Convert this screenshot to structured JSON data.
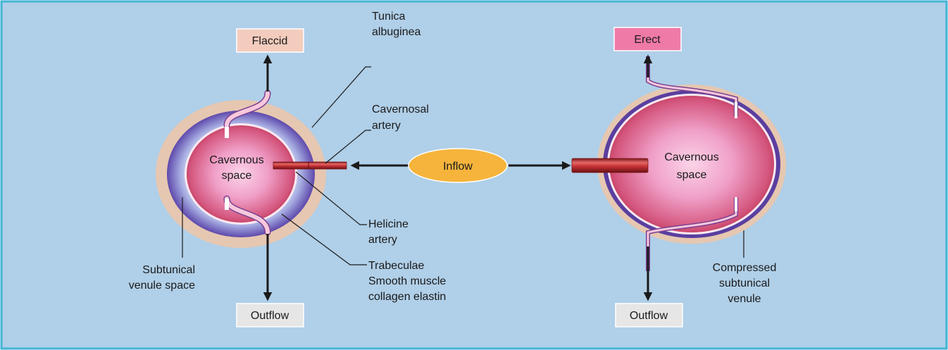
{
  "states": {
    "flaccid": {
      "label": "Flaccid",
      "space_line1": "Cavernous",
      "space_line2": "space",
      "outflow": "Outflow"
    },
    "erect": {
      "label": "Erect",
      "space_line1": "Cavernous",
      "space_line2": "space",
      "outflow": "Outflow"
    }
  },
  "inflow": "Inflow",
  "labels": {
    "tunica": [
      "Tunica",
      "albuginea"
    ],
    "cavernosal": [
      "Cavernosal",
      "artery"
    ],
    "helicine": [
      "Helicine",
      "artery"
    ],
    "trabeculae": [
      "Trabeculae",
      "Smooth muscle",
      "collagen elastin"
    ],
    "subtunical": [
      "Subtunical",
      "venule space"
    ],
    "compressed": [
      "Compressed",
      "subtunical",
      "venule"
    ]
  },
  "colors": {
    "background": "#b0cfe8",
    "frame": "#41b3d4",
    "flaccid_box": "#f3ccbd",
    "erect_box": "#ef7aa8",
    "outflow_box": "#e6e6e6",
    "tunica": "#e6c7b1",
    "venule_space": "#5a3fa0",
    "cavernous_inner": "#f4a8cd",
    "cavernous_outer": "#c83d66",
    "inflow": "#f6b43c",
    "artery": "#c4363a"
  },
  "icons": {
    "up-arrow": "arrow-up",
    "down-arrow": "arrow-down",
    "left-arrow": "arrow-left",
    "right-arrow": "arrow-right"
  }
}
